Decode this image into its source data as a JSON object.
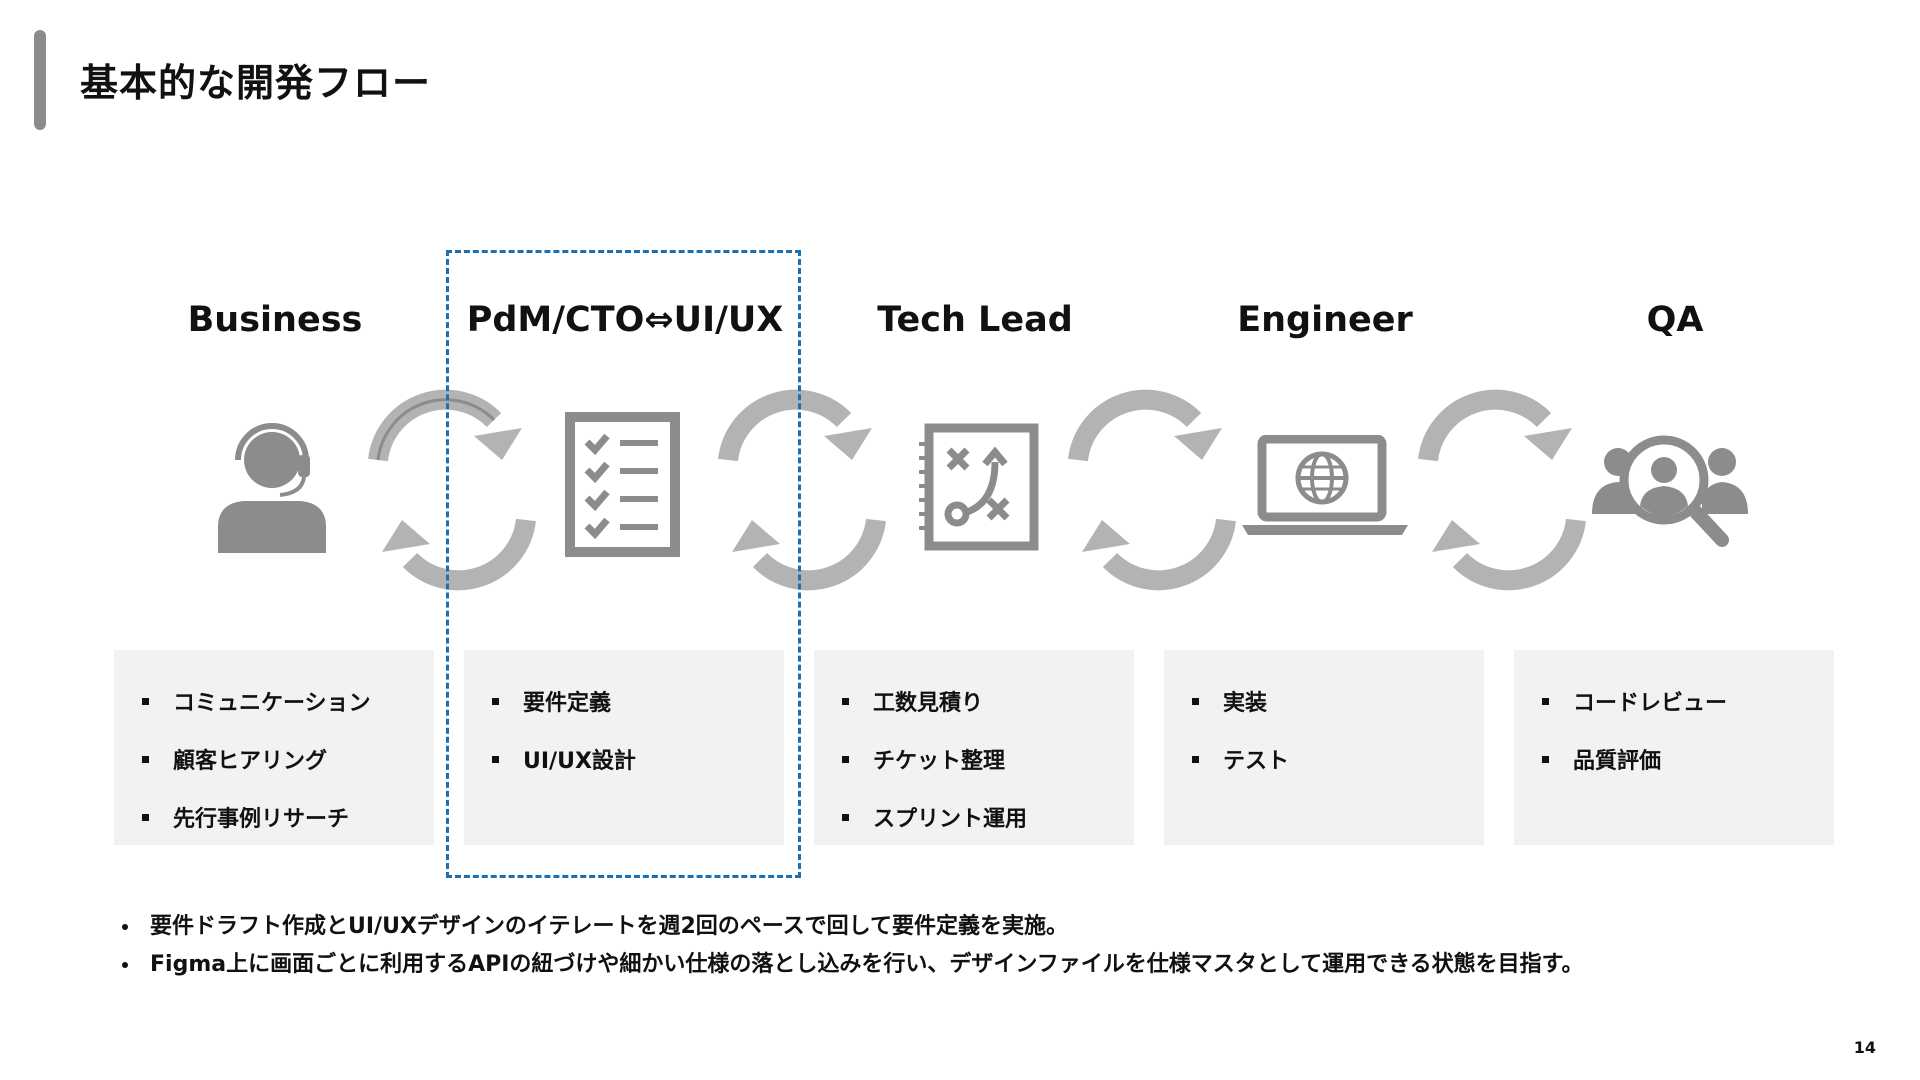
{
  "page": {
    "title": "基本的な開発フロー",
    "page_number": "14",
    "highlight_color": "#1f6fae",
    "icon_color": "#8c8c8c"
  },
  "roles": [
    {
      "label": "Business",
      "icon": "customer-support-headset-icon",
      "tasks": [
        "コミュニケーション",
        "顧客ヒアリング",
        "先行事例リサーチ"
      ]
    },
    {
      "label": "PdM/CTO⇔UI/UX",
      "icon": "checklist-icon",
      "tasks": [
        "要件定義",
        "UI/UX設計"
      ]
    },
    {
      "label": "Tech Lead",
      "icon": "strategy-plan-notebook-icon",
      "tasks": [
        "工数見積り",
        "チケット整理",
        "スプリント運用"
      ]
    },
    {
      "label": "Engineer",
      "icon": "laptop-globe-icon",
      "tasks": [
        "実装",
        "テスト"
      ]
    },
    {
      "label": "QA",
      "icon": "team-magnifier-icon",
      "tasks": [
        "コードレビュー",
        "品質評価"
      ]
    }
  ],
  "cycle_icon": "circular-arrows-icon",
  "notes": [
    "要件ドラフト作成とUI/UXデザインのイテレートを週2回のペースで回して要件定義を実施。",
    "Figma上に画面ごとに利用するAPIの紐づけや細かい仕様の落とし込みを行い、デザインファイルを仕様マスタとして運用できる状態を目指す。"
  ]
}
